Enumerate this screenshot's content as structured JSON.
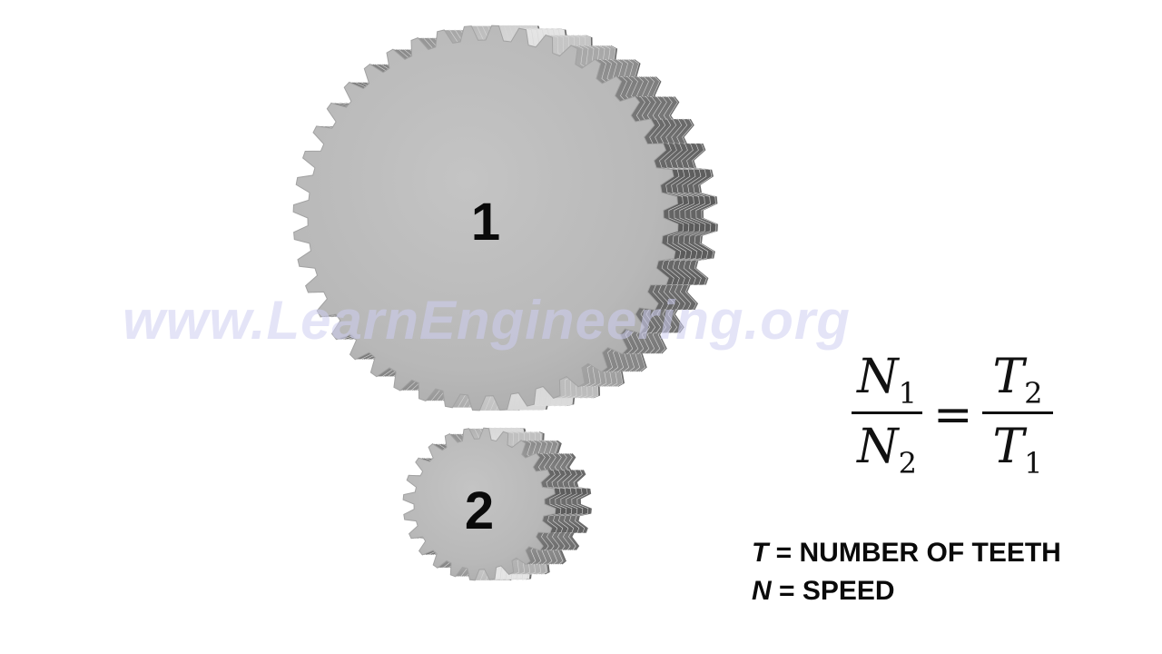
{
  "watermark": "www.LearnEngineering.org",
  "gears": [
    {
      "label": "1",
      "teeth": 44
    },
    {
      "label": "2",
      "teeth": 24
    }
  ],
  "formula": {
    "left_num_symbol": "N",
    "left_num_sub": "1",
    "left_den_symbol": "N",
    "left_den_sub": "2",
    "equals": "=",
    "right_num_symbol": "T",
    "right_num_sub": "2",
    "right_den_symbol": "T",
    "right_den_sub": "1"
  },
  "legend": [
    {
      "symbol": "T",
      "text": " = NUMBER OF TEETH"
    },
    {
      "symbol": "N",
      "text": " = SPEED"
    }
  ],
  "colors": {
    "gear_face": "#b9b9b9",
    "gear_side_dark": "#6f6f6f",
    "gear_side_light": "#e2e2e2",
    "watermark": "#cdcdf0"
  }
}
